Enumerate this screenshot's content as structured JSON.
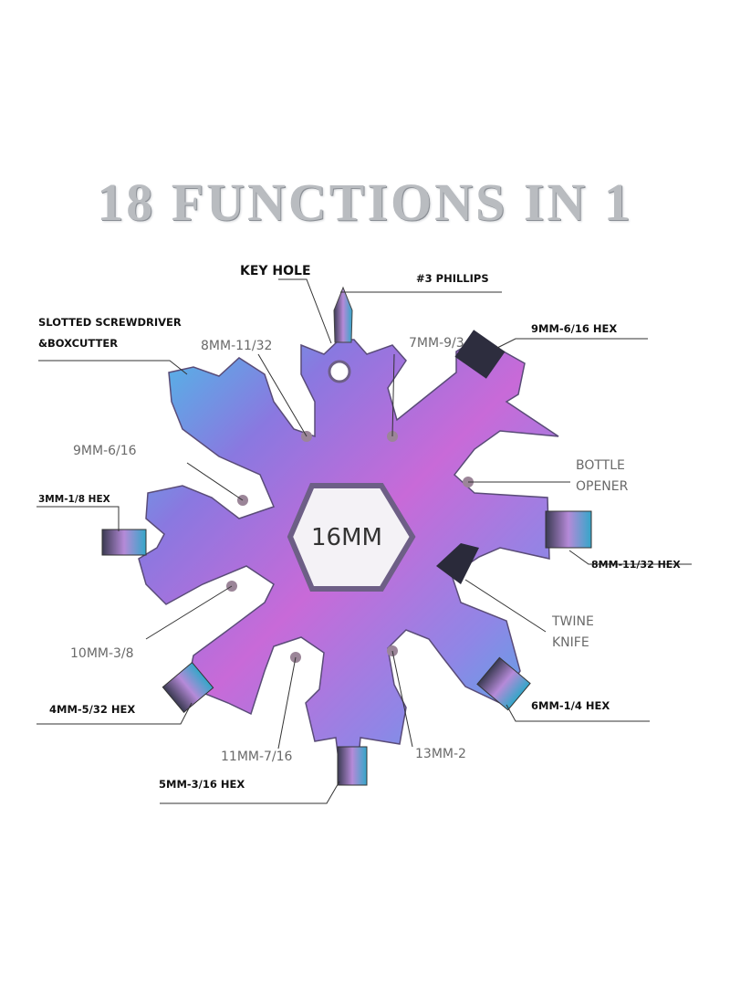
{
  "title": "18 FUNCTIONS IN 1",
  "center": "16MM",
  "labels": {
    "key_hole": "KEY  HOLE",
    "phillips": "#3 PHILLIPS",
    "slotted_1": "SLOTTED  SCREWDRIVER",
    "slotted_2": "&BOXCUTTER",
    "hex_9mm": "9MM-6/16  HEX",
    "bottle_1": "BOTTLE",
    "bottle_2": "OPENER",
    "hex_3mm": "3MM-1/8  HEX",
    "hex_8mm": "8MM-11/32 HEX",
    "twine_1": "TWINE",
    "twine_2": "KNIFE",
    "hex_4mm": "4MM-5/32  HEX",
    "hex_6mm": "6MM-1/4  HEX",
    "hex_5mm": "5MM-3/16  HEX"
  },
  "wrench_sizes": {
    "w_8mm": "8MM-11/32",
    "w_7mm": "7MM-9/3",
    "w_9mm": "9MM-6/16",
    "w_10mm": "10MM-3/8",
    "w_11mm": "11MM-7/16",
    "w_13mm": "13MM-2"
  }
}
